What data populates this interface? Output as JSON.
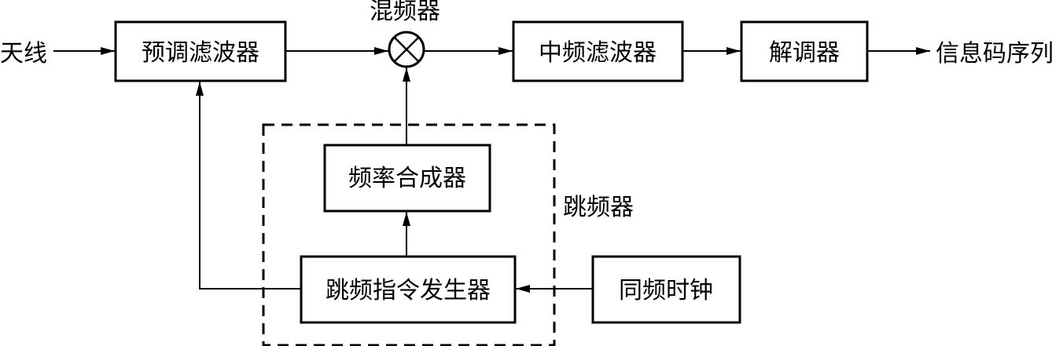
{
  "diagram": {
    "antenna_label": "天线",
    "mixer_label": "混频器",
    "output_label": "信息码序列",
    "hopper_label": "跳频器",
    "blocks": {
      "prefilter": "预调滤波器",
      "if_filter": "中频滤波器",
      "demodulator": "解调器",
      "synthesizer": "频率合成器",
      "hop_generator": "跳频指令发生器",
      "sync_clock": "同频时钟"
    }
  }
}
